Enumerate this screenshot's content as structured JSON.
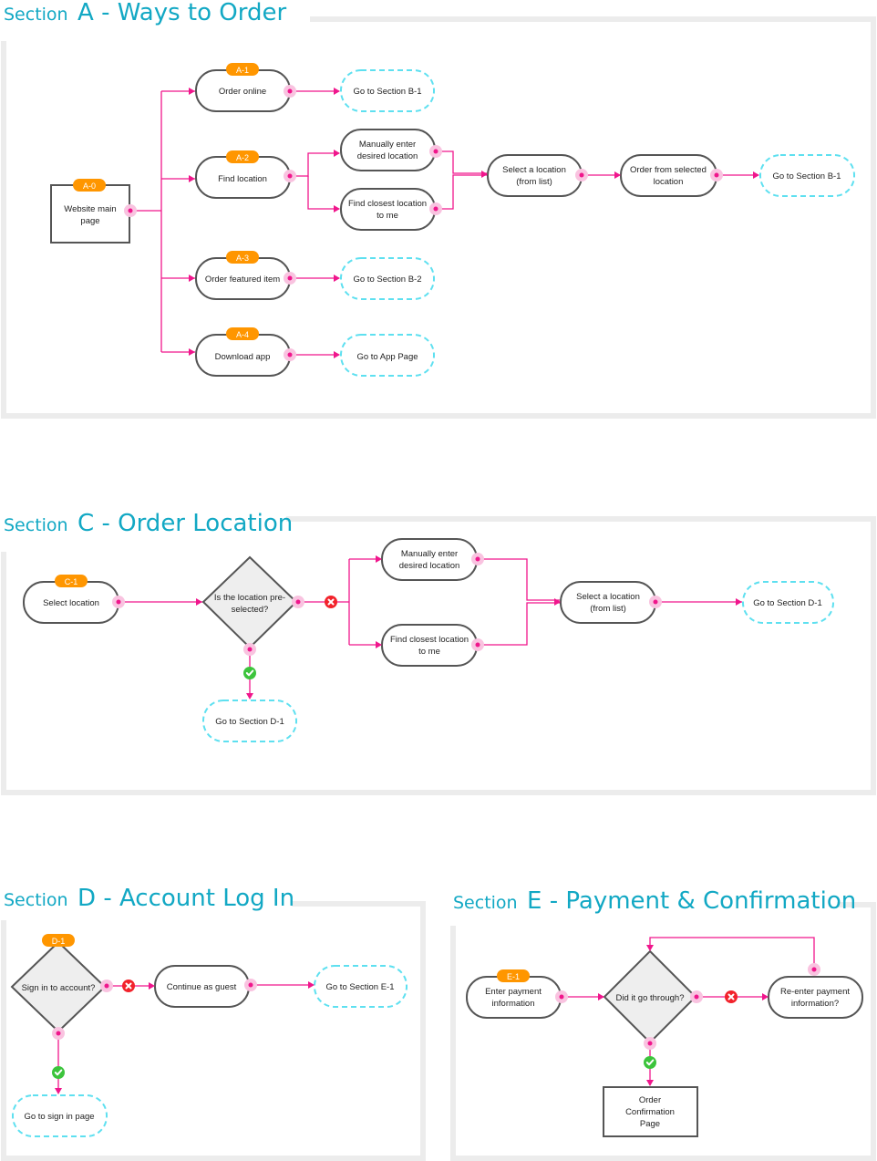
{
  "sections": {
    "a": {
      "prefix": "Section",
      "title": "A - Ways to Order"
    },
    "c": {
      "prefix": "Section",
      "title": "C - Order Location"
    },
    "d": {
      "prefix": "Section",
      "title": "D - Account Log In"
    },
    "e": {
      "prefix": "Section",
      "title": "E - Payment & Confirmation"
    }
  },
  "badges": {
    "a0": "A-0",
    "a1": "A-1",
    "a2": "A-2",
    "a3": "A-3",
    "a4": "A-4",
    "c1": "C-1",
    "d1": "D-1",
    "e1": "E-1"
  },
  "nodes": {
    "a_main": [
      "Website main",
      "page"
    ],
    "a_order_online": [
      "Order online"
    ],
    "a_find_location": [
      "Find location"
    ],
    "a_featured": [
      "Order featured item"
    ],
    "a_download": [
      "Download app"
    ],
    "a_manual": [
      "Manually enter",
      "desired location"
    ],
    "a_closest": [
      "Find closest location",
      "to me"
    ],
    "a_select": [
      "Select a location",
      "(from list)"
    ],
    "a_order_from": [
      "Order from selected",
      "location"
    ],
    "a_goto_b1_top": [
      "Go to Section B-1"
    ],
    "a_goto_b1_right": [
      "Go to Section B-1"
    ],
    "a_goto_b2": [
      "Go to Section B-2"
    ],
    "a_goto_app": [
      "Go to App Page"
    ],
    "c_select": [
      "Select location"
    ],
    "c_decision": [
      "Is the location pre-",
      "selected?"
    ],
    "c_manual": [
      "Manually enter",
      "desired location"
    ],
    "c_closest": [
      "Find closest location",
      "to me"
    ],
    "c_select_list": [
      "Select a location",
      "(from list)"
    ],
    "c_goto_d1_right": [
      "Go to Section D-1"
    ],
    "c_goto_d1_bottom": [
      "Go to Section D-1"
    ],
    "d_decision": [
      "Sign in to account?"
    ],
    "d_guest": [
      "Continue as guest"
    ],
    "d_goto_e1": [
      "Go to Section E-1"
    ],
    "d_goto_signin": [
      "Go to sign in page"
    ],
    "e_enter": [
      "Enter payment",
      "information"
    ],
    "e_decision": [
      "Did it go through?"
    ],
    "e_reenter": [
      "Re-enter payment",
      "information?"
    ],
    "e_confirm": [
      "Order",
      "Confirmation",
      "Page"
    ]
  },
  "colors": {
    "accent": "#12a8c4",
    "link": "#f0168c",
    "badge": "#ff9600",
    "yes": "#3cc43c",
    "no": "#f2222b",
    "goto_border": "#5ee0f0"
  }
}
